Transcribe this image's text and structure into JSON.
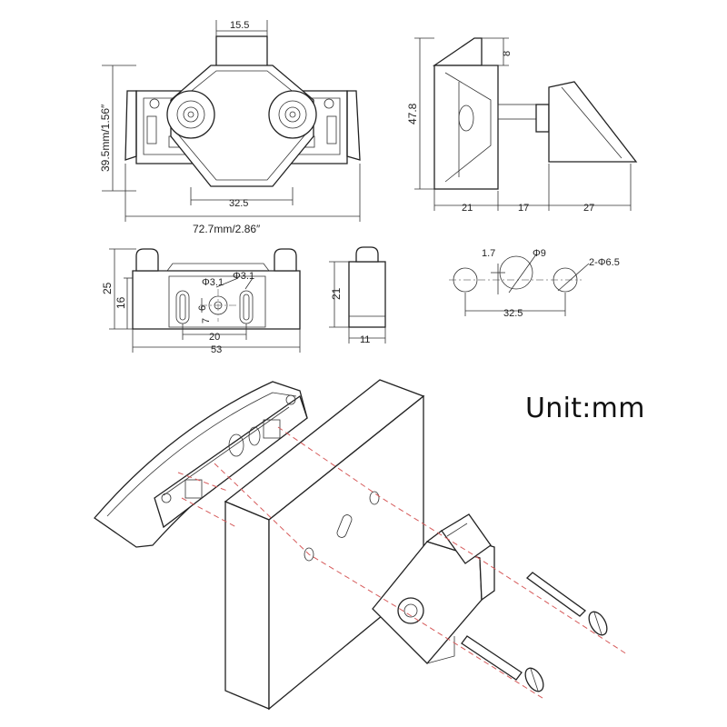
{
  "unit_label": "Unit:mm",
  "top_view": {
    "width_top": "15.5",
    "height": "39.5mm/1.56″",
    "hole_spacing": "32.5",
    "overall_width": "72.7mm/2.86″"
  },
  "side_view": {
    "height": "47.8",
    "tab": "8",
    "seg_a": "21",
    "seg_b": "17",
    "seg_c": "27"
  },
  "bottom_view": {
    "height_outer": "25",
    "height_inner": "16",
    "hole_a": "Φ3.1",
    "hole_b": "Φ3.1",
    "slot_len": "6",
    "slot_off": "7",
    "inner_width": "20",
    "overall_width": "53"
  },
  "end_view": {
    "height": "21",
    "width": "11"
  },
  "drill_pattern": {
    "offset": "1.7",
    "center_hole": "Φ9",
    "side_holes": "2-Φ6.5",
    "spacing": "32.5"
  }
}
